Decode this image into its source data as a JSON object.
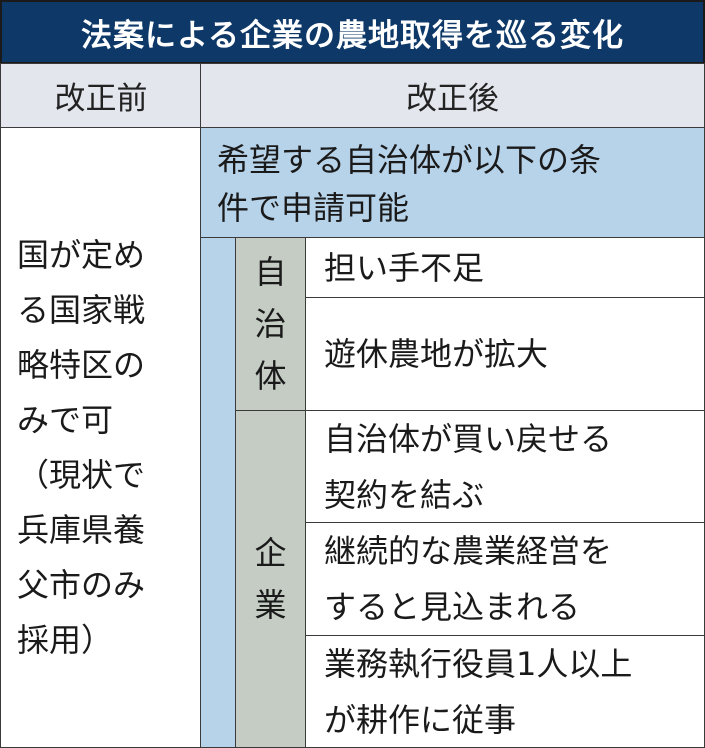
{
  "title": "法案による企業の農地取得を巡る変化",
  "headers": {
    "before": "改正前",
    "after": "改正後"
  },
  "before_text": [
    "国が定め",
    "る国家戦",
    "略特区の",
    "みで可",
    "（現状で",
    "兵庫県養",
    "父市のみ",
    "採用）"
  ],
  "after_intro": [
    "希望する自治体が以下の条",
    "件で申請可能"
  ],
  "groups": [
    {
      "label": [
        "自",
        "治",
        "体"
      ],
      "conditions": [
        [
          "担い手不足"
        ],
        [
          "遊休農地が拡大"
        ]
      ]
    },
    {
      "label": [
        "企",
        "業"
      ],
      "conditions": [
        [
          "自治体が買い戻せる",
          "契約を結ぶ"
        ],
        [
          "継続的な農業経営を",
          "すると見込まれる"
        ],
        [
          "業務執行役員1人以上",
          "が耕作に従事"
        ]
      ]
    }
  ],
  "colors": {
    "title_bg": "#0d3868",
    "header_bg": "#e4e6ee",
    "blue": "#b7d3ea",
    "gray": "#c4ccc4"
  }
}
